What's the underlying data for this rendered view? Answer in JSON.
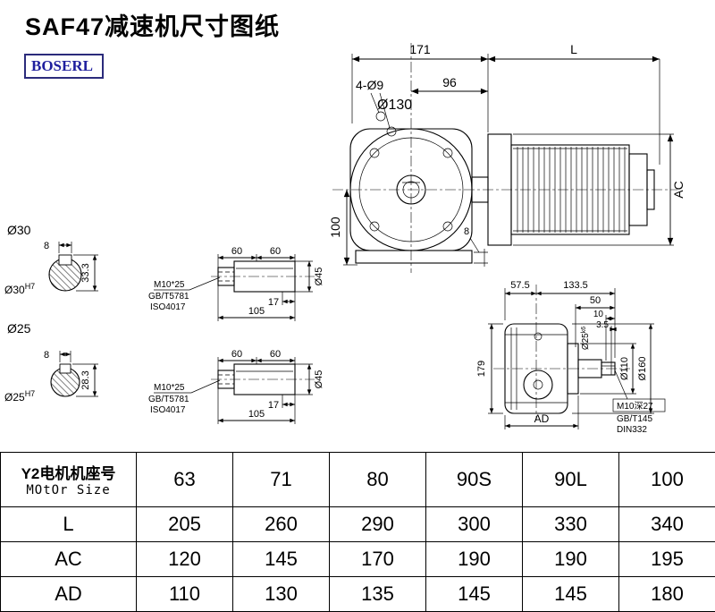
{
  "page": {
    "title": "SAF47减速机尺寸图纸",
    "brand": "BOSERL"
  },
  "front_view": {
    "dim_total": "171",
    "dim_motor": "L",
    "dim_96": "96",
    "holes_label": "4-Ø9",
    "flange_dia": "Ø130",
    "dim_100": "100",
    "dim_ac": "AC",
    "dim_foot": "8"
  },
  "section_30": {
    "dia_label": "Ø30",
    "key_width": "8",
    "key_height": "33.3",
    "bore": "Ø30",
    "bore_tol": "H7"
  },
  "section_25": {
    "dia_label": "Ø25",
    "key_width": "8",
    "key_height": "28.3",
    "bore": "Ø25",
    "bore_tol": "H7"
  },
  "shaft_detail_top": {
    "dim_60a": "60",
    "dim_60b": "60",
    "dim_17": "17",
    "dim_105": "105",
    "dia": "Ø45",
    "note_bolt": "M10*25",
    "note_std": "GB/T5781",
    "note_iso": "ISO4017"
  },
  "shaft_detail_bottom": {
    "dim_60a": "60",
    "dim_60b": "60",
    "dim_17": "17",
    "dim_105": "105",
    "dia": "Ø45",
    "note_bolt": "M10*25",
    "note_std": "GB/T5781",
    "note_iso": "ISO4017"
  },
  "side_view": {
    "dim_57_5": "57.5",
    "dim_133_5": "133.5",
    "dim_50": "50",
    "dim_10": "10",
    "dim_3_5": "3.5",
    "shaft_dia": "Ø25",
    "shaft_tol": "k6",
    "flange_dia": "Ø110",
    "body_dia": "Ø160",
    "dim_179": "179",
    "dim_ad": "AD",
    "note_tap": "M10深27",
    "note_std": "GB/T145",
    "note_din": "DIN332"
  },
  "table": {
    "header": {
      "label_cn": "Y2电机机座号",
      "label_en": "MOtOr Size",
      "sizes": [
        "63",
        "71",
        "80",
        "90S",
        "90L",
        "100"
      ]
    },
    "rows": [
      {
        "label": "L",
        "values": [
          "205",
          "260",
          "290",
          "300",
          "330",
          "340"
        ]
      },
      {
        "label": "AC",
        "values": [
          "120",
          "145",
          "170",
          "190",
          "190",
          "195"
        ]
      },
      {
        "label": "AD",
        "values": [
          "110",
          "130",
          "135",
          "145",
          "145",
          "180"
        ]
      }
    ]
  }
}
